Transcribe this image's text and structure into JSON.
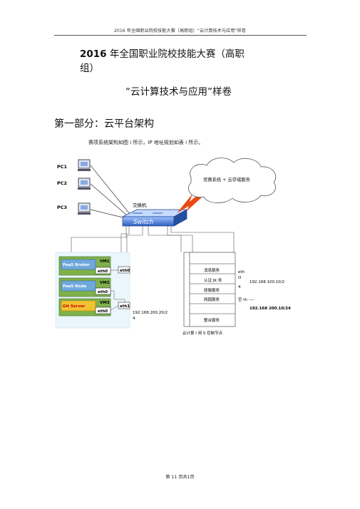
{
  "header": {
    "text": "2016 年全国职业院校技能大赛（高职组）“云计算技术与应用”样卷"
  },
  "title": {
    "year": "2016",
    "line1_rest": " 年全国职业院校技能大赛（高职",
    "line2": "组）",
    "subtitle": "“云计算技术与应用”样卷"
  },
  "section": {
    "heading": "第一部分：云平台架构",
    "paragraph": "赛项系统架构如图 i 所示，IP 地址规划如表 i 所示。"
  },
  "diagram": {
    "pcs": [
      "PC1",
      "PC2",
      "PC3"
    ],
    "switch_label": "交换机",
    "switch_text": "Switch",
    "cloud_label": "竞赛系统 + 云存储服务",
    "vms": [
      {
        "vm": "VM1",
        "name": "PaaS Broker",
        "eth": "eth0",
        "color": "#6fa8dc"
      },
      {
        "vm": "VM2",
        "name": "PaaS Node",
        "eth": "eth0",
        "color": "#6fa8dc"
      },
      {
        "vm": "VM3",
        "name": "Git Server",
        "eth": "eth0",
        "color": "#f1c232"
      }
    ],
    "host_eth0": "eth0",
    "host_eth1": "eth1",
    "host_ip_line1": "192.168.200.20/2",
    "host_ip_line2": "4",
    "services": [
      "消息服务",
      "认证 JK 务",
      "座像服务",
      "网踣服务",
      "",
      "整合服务"
    ],
    "ctrl_eth_line1": "eth",
    "ctrl_eth_line2": "O",
    "ctrl_ip1_line1": "192.168.100.10/2",
    "ctrl_ip1_line2": "4",
    "ctrl_eth1": "空 th ----",
    "ctrl_ip2": "192.168 200.10/24",
    "ctrl_caption": "云计算 I 闲 S 控制节点"
  },
  "footer": {
    "text": "第 11 页共1页"
  }
}
